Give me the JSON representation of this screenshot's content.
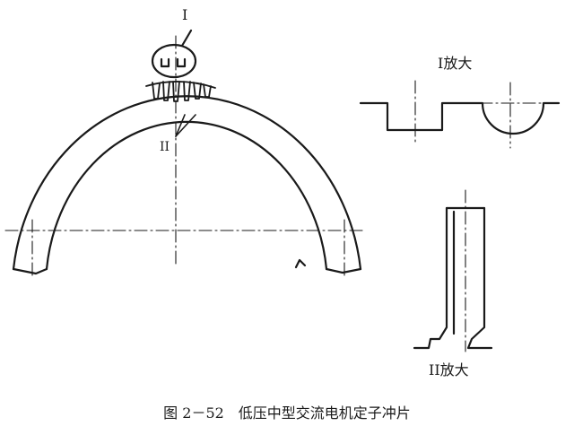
{
  "figure": {
    "marker_I": "I",
    "marker_II": "II",
    "detail_I_label": "I放大",
    "detail_II_label": "II放大",
    "caption": "图 2－52　低压中型交流电机定子冲片"
  }
}
